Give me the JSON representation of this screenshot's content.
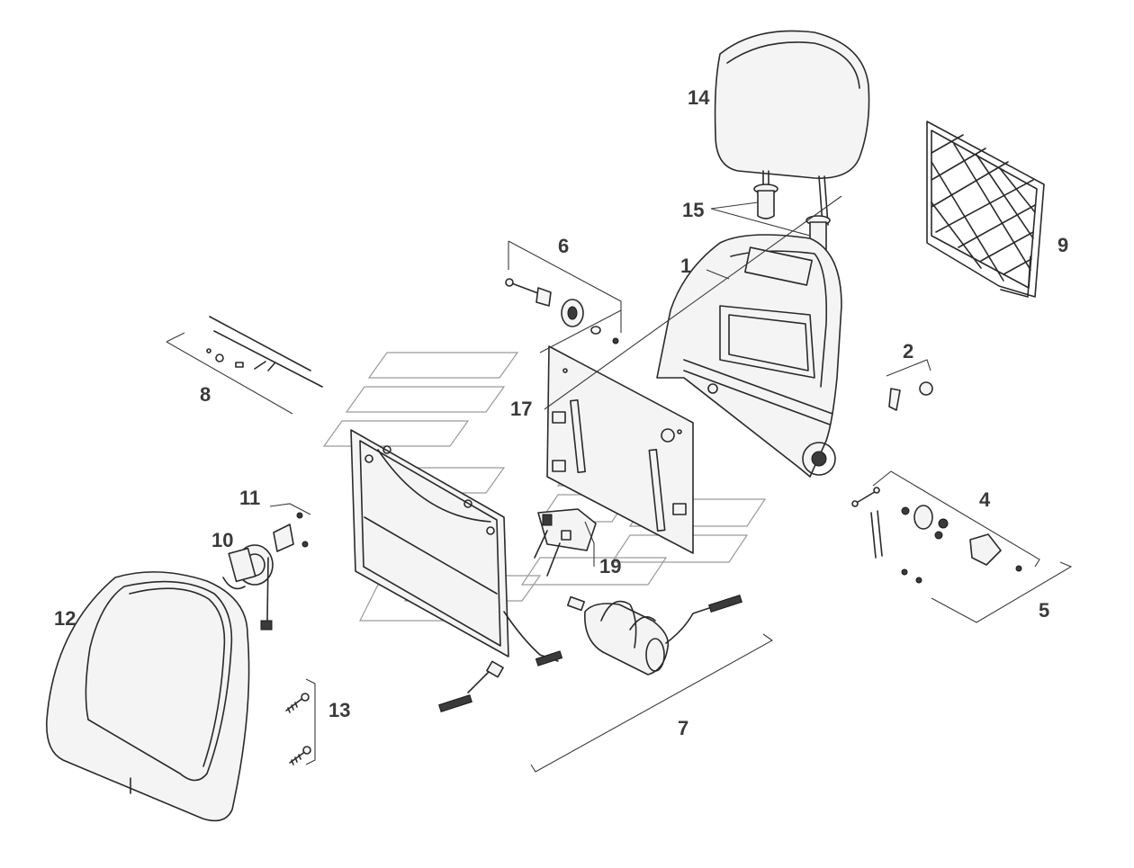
{
  "labels": {
    "p1": "1",
    "p2": "2",
    "p4": "4",
    "p5": "5",
    "p6": "6",
    "p7": "7",
    "p8": "8",
    "p9": "9",
    "p10": "10",
    "p11": "11",
    "p12": "12",
    "p13": "13",
    "p14": "14",
    "p15": "15",
    "p17": "17",
    "p19": "19"
  },
  "colors": {
    "line": "#2a2a2a",
    "label": "#3a3a3a",
    "watermark": "#9a9a9a",
    "background": "#ffffff"
  }
}
